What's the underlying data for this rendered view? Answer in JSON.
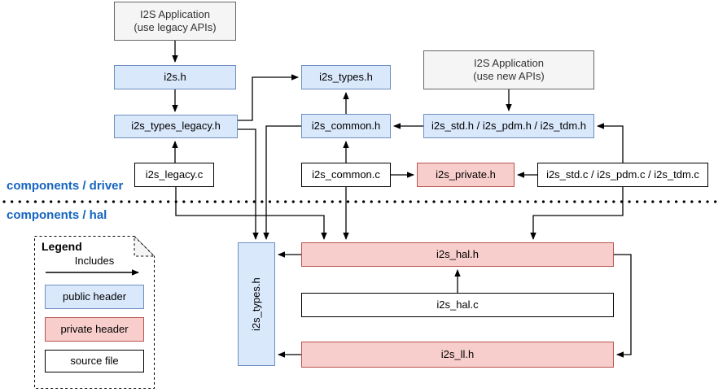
{
  "diagram": {
    "title_hint": "I2S driver file include structure",
    "sections": {
      "driver_label": "components / driver",
      "hal_label": "components / hal"
    },
    "nodes": {
      "app_legacy_line1": "I2S Application",
      "app_legacy_line2": "(use legacy APIs)",
      "app_new_line1": "I2S Application",
      "app_new_line2": "(use new APIs)",
      "i2s_h": "i2s.h",
      "i2s_types_legacy_h": "i2s_types_legacy.h",
      "i2s_legacy_c": "i2s_legacy.c",
      "i2s_types_h": "i2s_types.h",
      "i2s_common_h": "i2s_common.h",
      "i2s_common_c": "i2s_common.c",
      "i2s_private_h": "i2s_private.h",
      "i2s_std_h": "i2s_std.h / i2s_pdm.h / i2s_tdm.h",
      "i2s_std_c": "i2s_std.c / i2s_pdm.c / i2s_tdm.c",
      "i2s_types_h_hal": "i2s_types.h",
      "i2s_hal_h": "i2s_hal.h",
      "i2s_hal_c": "i2s_hal.c",
      "i2s_ll_h": "i2s_ll.h"
    },
    "legend": {
      "title": "Legend",
      "arrow_label": "Includes",
      "public": "public header",
      "private": "private header",
      "source": "source file"
    },
    "colors": {
      "public_header_fill": "#dae8fc",
      "public_header_border": "#6c8ebf",
      "private_header_fill": "#f8cecc",
      "private_header_border": "#b85450",
      "app_box_fill": "#f5f5f5",
      "app_box_border": "#666666",
      "source_file_fill": "#ffffff",
      "source_file_border": "#000000",
      "section_label_color": "#1565c0",
      "connector_color": "#000000"
    },
    "edges": [
      "I2S Application (use legacy APIs) -> i2s.h",
      "i2s.h -> i2s_types_legacy.h",
      "i2s_legacy.c -> i2s_types_legacy.h",
      "i2s_types_legacy.h -> i2s_types.h",
      "i2s_common.h -> i2s_types.h",
      "i2s_common.c -> i2s_common.h",
      "i2s_std.h / i2s_pdm.h / i2s_tdm.h -> i2s_common.h",
      "I2S Application (use new APIs) -> i2s_std.h / i2s_pdm.h / i2s_tdm.h",
      "i2s_std.c / i2s_pdm.c / i2s_tdm.c -> i2s_std.h / i2s_pdm.h / i2s_tdm.h",
      "i2s_common.c -> i2s_private.h",
      "i2s_std.c / i2s_pdm.c / i2s_tdm.c -> i2s_private.h",
      "i2s_legacy.c -> i2s_hal.h",
      "i2s_common.c -> i2s_hal.h",
      "i2s_std.c / i2s_pdm.c / i2s_tdm.c -> i2s_hal.h",
      "i2s_types_legacy.h -> i2s_types.h (hal)",
      "i2s_common.h -> i2s_types.h (hal)",
      "i2s_hal.h -> i2s_types.h (hal)",
      "i2s_hal.c -> i2s_hal.h",
      "i2s_hal.h -> i2s_ll.h",
      "i2s_ll.h -> i2s_types.h (hal)"
    ]
  }
}
